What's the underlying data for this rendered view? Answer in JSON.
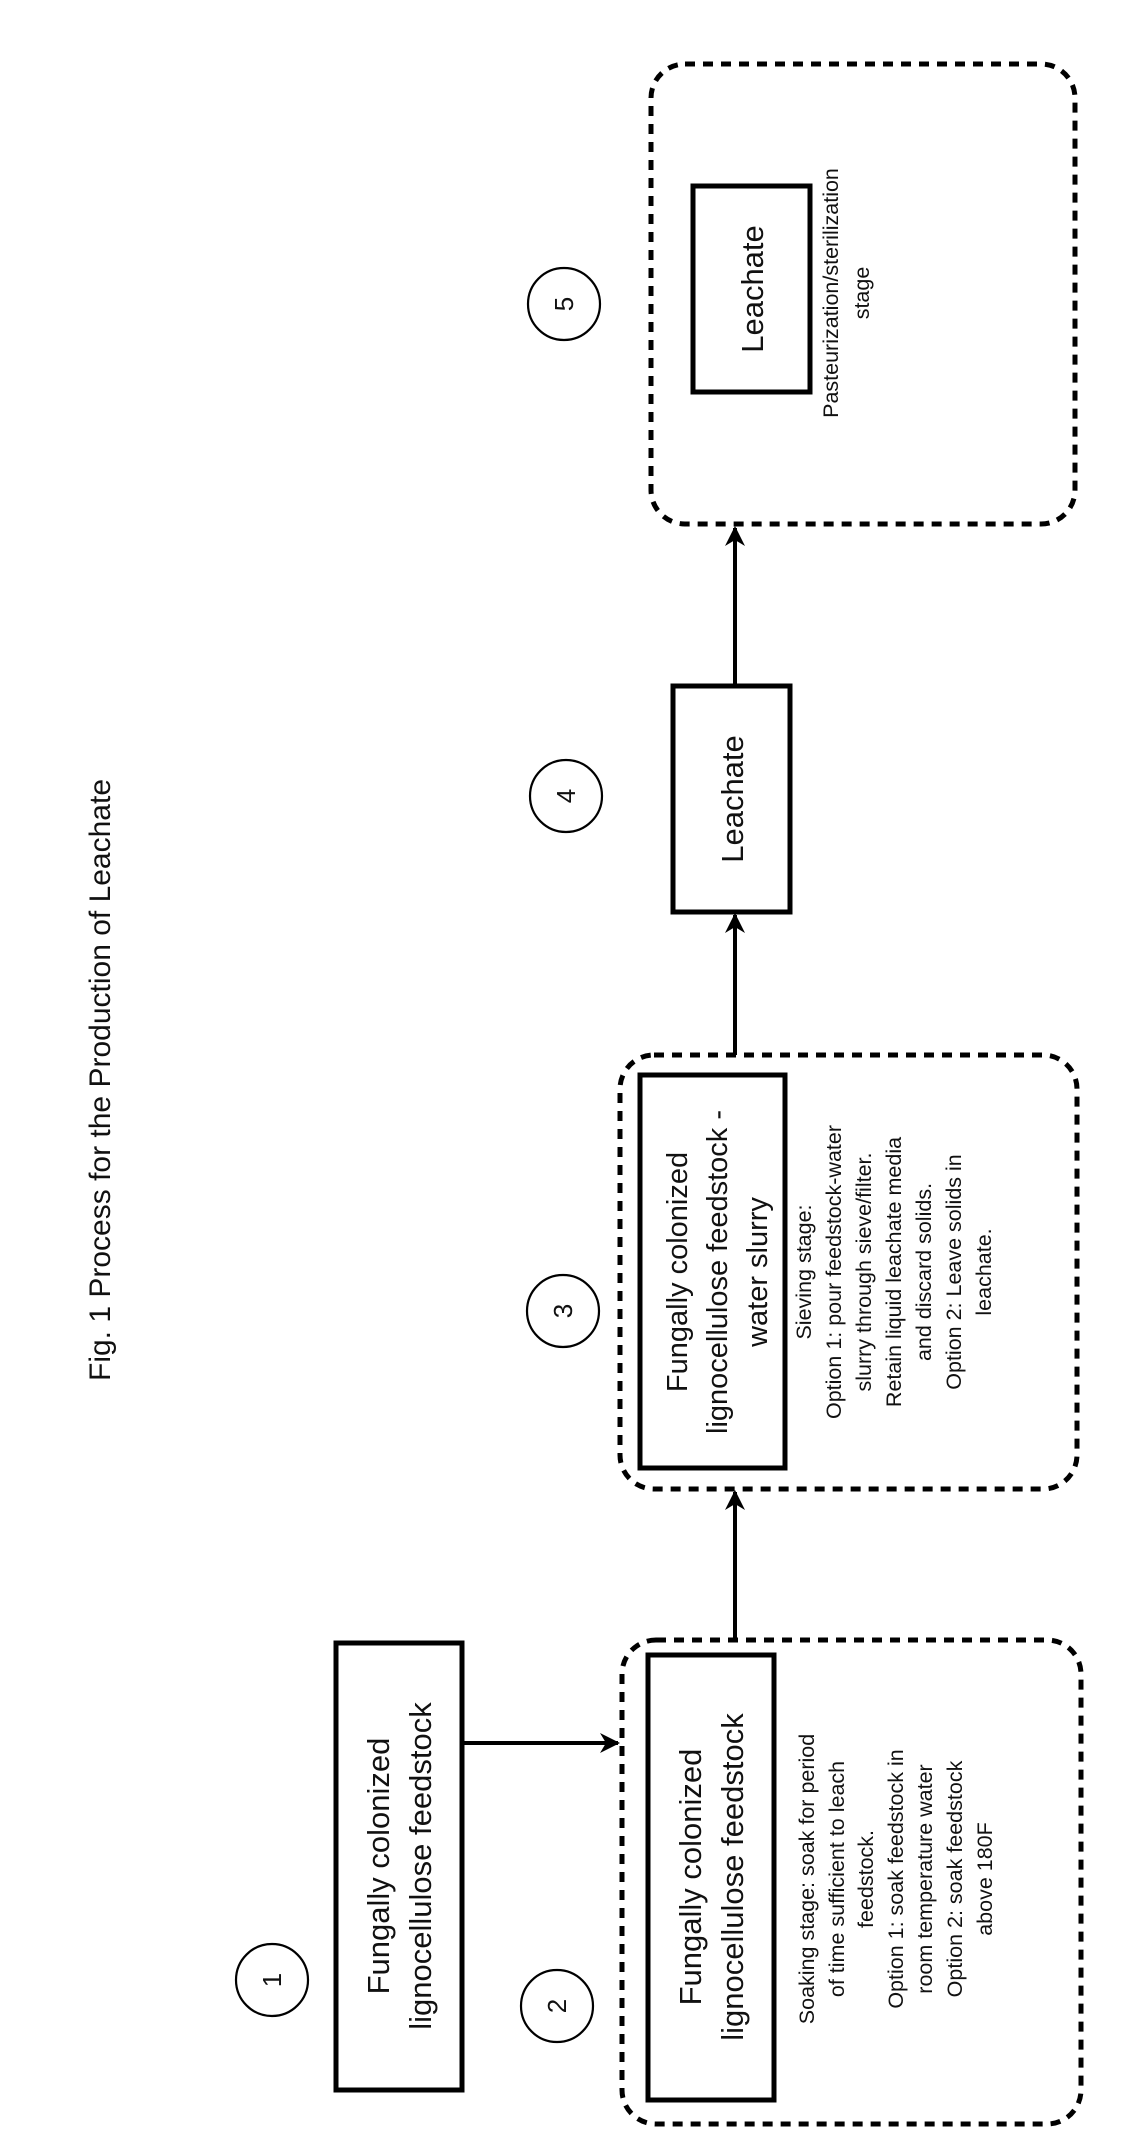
{
  "title": "Fig. 1 Process for the Production of Leachate",
  "steps": [
    {
      "number": "1",
      "box": [
        "Fungally colonized",
        "lignocellulose feedstock"
      ]
    },
    {
      "number": "2",
      "box": [
        "Fungally colonized",
        "lignocellulose feedstock"
      ],
      "notes": [
        "Soaking stage: soak for period",
        "of time sufficient to leach",
        "feedstock.",
        "Option 1: soak feedstock in",
        "room temperature water",
        "Option 2: soak feedstock",
        "above 180F"
      ]
    },
    {
      "number": "3",
      "box": [
        "Fungally colonized",
        "lignocellulose feedstock -",
        "water slurry"
      ],
      "notes": [
        "Sieving stage:",
        "Option 1: pour feedstock-water",
        "slurry through sieve/filter.",
        "Retain liquid leachate media",
        "and discard solids.",
        "Option 2: Leave solids in",
        "leachate."
      ]
    },
    {
      "number": "4",
      "box": [
        "Leachate"
      ]
    },
    {
      "number": "5",
      "box": [
        "Leachate"
      ],
      "notes": [
        "Pasteurization/sterilization",
        "stage"
      ]
    }
  ]
}
